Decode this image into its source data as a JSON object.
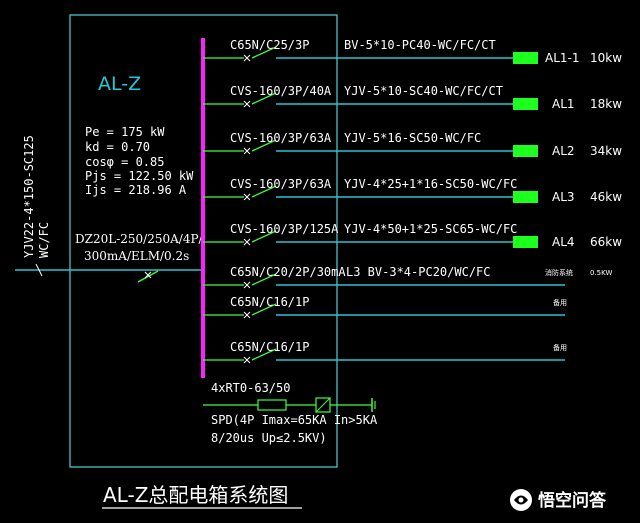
{
  "colors": {
    "panel_border": "#4fd3d3",
    "busbar": "#ff20ff",
    "feeder": "#25c6d6",
    "switch": "#3cff3c",
    "load_block": "#1dff1d",
    "text": "#ffffff",
    "logo_badge": "#ffffff"
  },
  "panel": {
    "name": "AL-Z",
    "params": {
      "pe": "Pe = 175 kW",
      "kd": "kd = 0.70",
      "cos": "cosφ = 0.85",
      "pjs": "Pjs = 122.50 kW",
      "ijs": "Ijs = 218.96 A"
    },
    "incoming_cable": [
      "YJV22-4*150-SC125",
      "WC/FC"
    ],
    "main_breaker": [
      "DZ20L-250/250A/4P/",
      "300mA/ELM/0.2s"
    ]
  },
  "circuits": [
    {
      "breaker": "C65N/C25/3P",
      "cable": "BV-5*10-PC40-WC/FC/CT",
      "load": "AL1-1",
      "power": "10kw"
    },
    {
      "breaker": "CVS-160/3P/40A",
      "cable": "YJV-5*10-SC40-WC/FC/CT",
      "load": "AL1",
      "power": "18kw"
    },
    {
      "breaker": "CVS-160/3P/63A",
      "cable": "YJV-5*16-SC50-WC/FC",
      "load": "AL2",
      "power": "34kw"
    },
    {
      "breaker": "CVS-160/3P/63A",
      "cable": "YJV-4*25+1*16-SC50-WC/FC",
      "load": "AL3",
      "power": "46kw"
    },
    {
      "breaker": "CVS-160/3P/125A",
      "cable": "YJV-4*50+1*25-SC65-WC/FC",
      "load": "AL4",
      "power": "66kw"
    },
    {
      "breaker": "C65N/C20/2P/30mA",
      "cable": "L3  BV-3*4-PC20/WC/FC",
      "load": "消防系统",
      "power": "0.5KW"
    },
    {
      "breaker": "C65N/C16/1P",
      "cable": "",
      "load": "备用",
      "power": ""
    },
    {
      "breaker": "C65N/C16/1P",
      "cable": "",
      "load": "备用",
      "power": ""
    }
  ],
  "spd": {
    "fuse": "4xRT0-63/50",
    "line1": "SPD(4P Imax=65KA In>5KA",
    "line2": "8/20us Up≤2.5KV)"
  },
  "title": "AL-Z总配电箱系统图",
  "watermark": "悟空问答"
}
